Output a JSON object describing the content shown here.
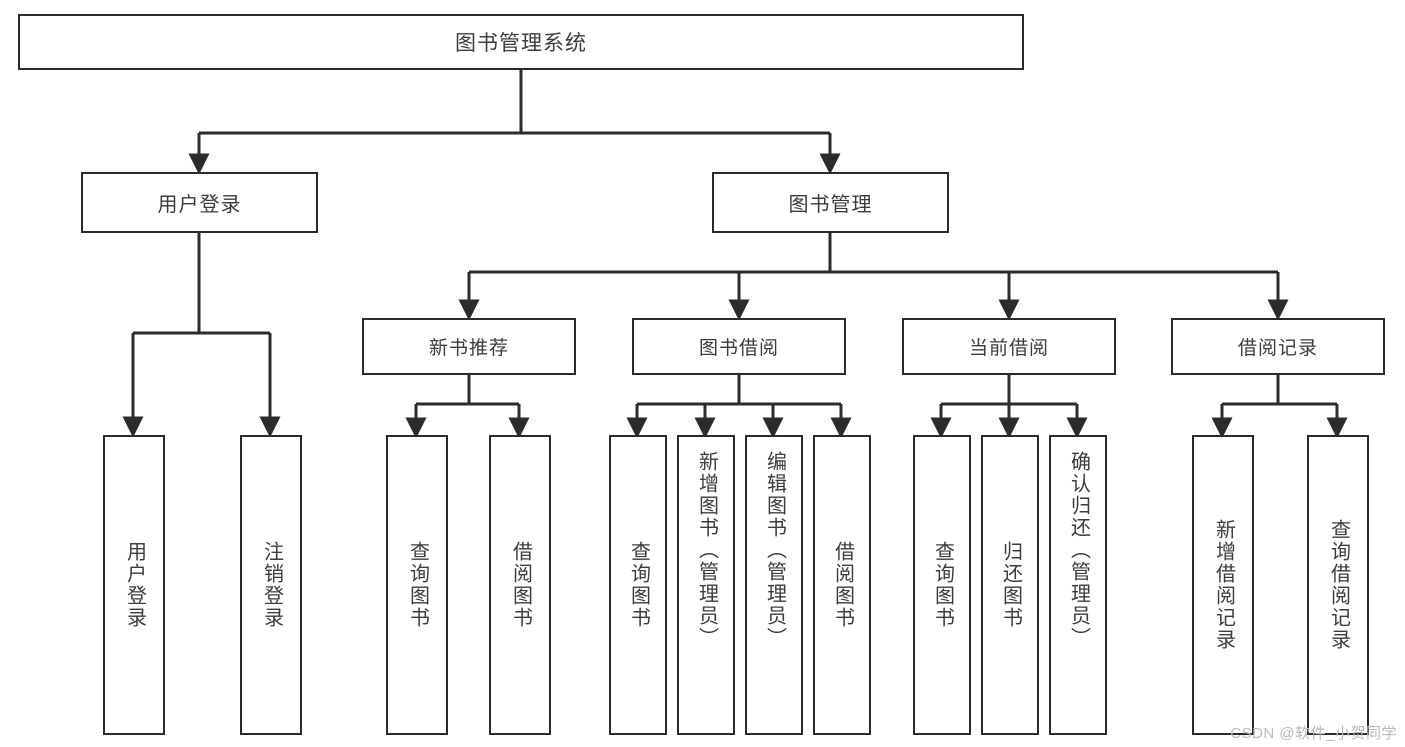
{
  "diagram": {
    "title": "图书管理系统",
    "watermark": "CSDN @软件_小贺同学",
    "stroke_color": "#2b2b2b",
    "text_color": "#3c3c3c",
    "background_color": "#ffffff",
    "nodes": {
      "root": {
        "label": "图书管理系统"
      },
      "level1": [
        {
          "id": "user-login",
          "label": "用户登录"
        },
        {
          "id": "book-management",
          "label": "图书管理"
        }
      ],
      "level2": [
        {
          "id": "new-book-recommend",
          "label": "新书推荐"
        },
        {
          "id": "book-borrow",
          "label": "图书借阅"
        },
        {
          "id": "current-borrow",
          "label": "当前借阅"
        },
        {
          "id": "borrow-record",
          "label": "借阅记录"
        }
      ],
      "leaves": {
        "user-login": [
          {
            "id": "leaf-user-login",
            "label": "用户登录"
          },
          {
            "id": "leaf-logout-login",
            "label": "注销登录"
          }
        ],
        "new-book-recommend": [
          {
            "id": "leaf-query-book-1",
            "label": "查询图书"
          },
          {
            "id": "leaf-borrow-book-1",
            "label": "借阅图书"
          }
        ],
        "book-borrow": [
          {
            "id": "leaf-query-book-2",
            "label": "查询图书"
          },
          {
            "id": "leaf-add-book",
            "label": "新增图书（管理员）"
          },
          {
            "id": "leaf-edit-book",
            "label": "编辑图书（管理员）"
          },
          {
            "id": "leaf-borrow-book-2",
            "label": "借阅图书"
          }
        ],
        "current-borrow": [
          {
            "id": "leaf-query-book-3",
            "label": "查询图书"
          },
          {
            "id": "leaf-return-book",
            "label": "归还图书"
          },
          {
            "id": "leaf-confirm-return",
            "label": "确认归还（管理员）"
          }
        ],
        "borrow-record": [
          {
            "id": "leaf-add-record",
            "label": "新增借阅记录"
          },
          {
            "id": "leaf-query-record",
            "label": "查询借阅记录"
          }
        ]
      }
    }
  }
}
